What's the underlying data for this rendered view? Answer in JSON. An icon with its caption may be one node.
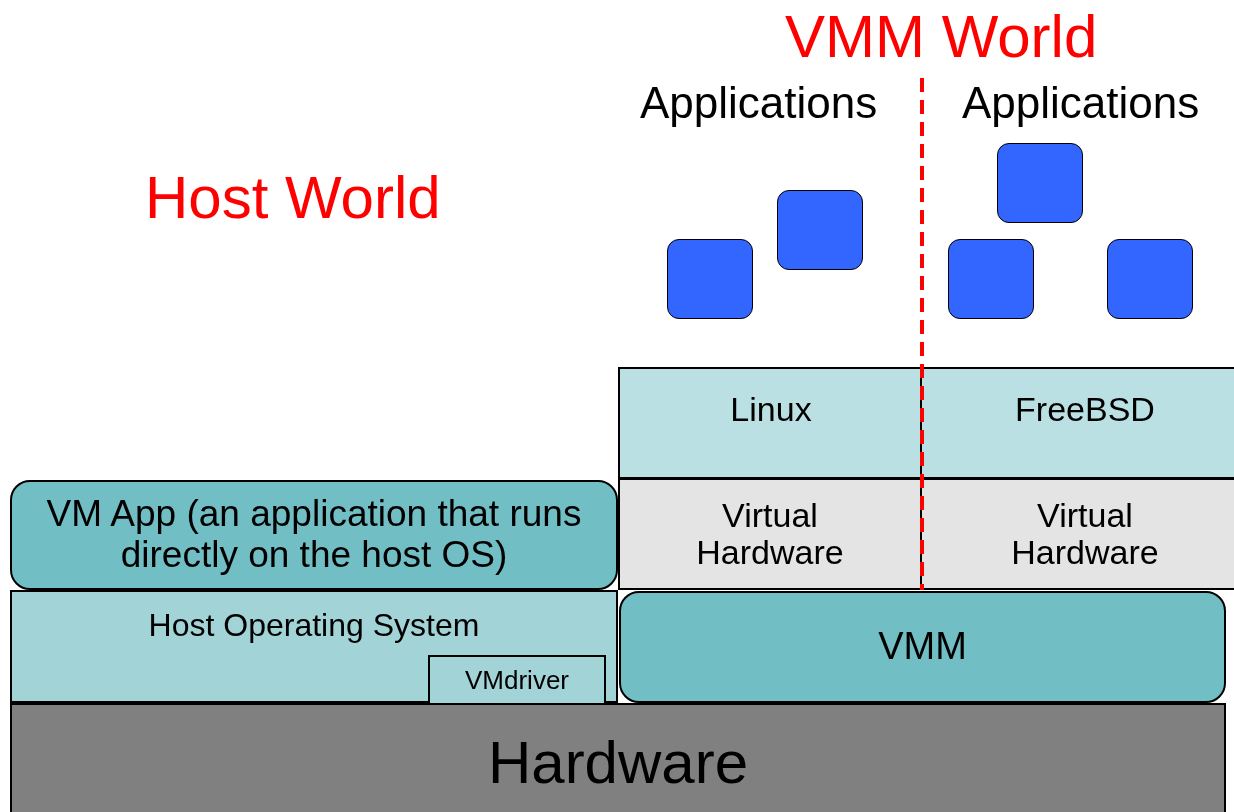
{
  "diagram": {
    "nodes": [
      {
        "text": [
          "Linux"
        ]
      },
      {
        "text": [
          "FreeBSD"
        ]
      },
      {
        "text": [
          "Virtual Hardware"
        ]
      },
      {
        "text": [
          "Virtual Hardware"
        ]
      },
      {
        "text": [
          "VM App (an application that runs directly on the host OS)"
        ]
      },
      {
        "text": [
          "Host Operating System"
        ]
      },
      {
        "text": [
          "VMdriver"
        ],
        "in": 5
      },
      {
        "text": [
          "VMM"
        ]
      },
      {
        "text": [
          "Hardware"
        ]
      },
      {
        "text": [],
        "shape": "box"
      },
      {
        "text": [],
        "shape": "box"
      },
      {
        "text": [],
        "shape": "box"
      },
      {
        "text": [],
        "shape": "box"
      },
      {
        "text": [],
        "shape": "box"
      }
    ],
    "labels": [
      "VMM World",
      "Applications",
      "Applications",
      "Host World"
    ]
  }
}
